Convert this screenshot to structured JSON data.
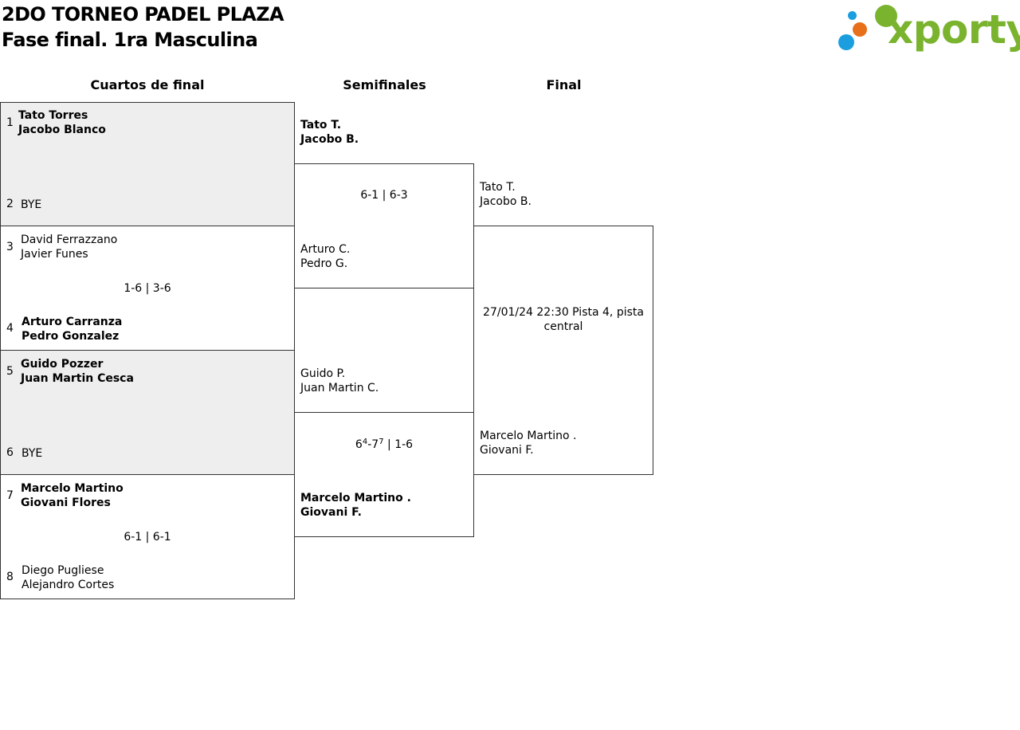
{
  "header": {
    "title": "2DO TORNEO PADEL PLAZA",
    "subtitle": "Fase final. 1ra Masculina"
  },
  "logo": {
    "text": "xporty",
    "colors": {
      "green": "#7ab32e",
      "orange": "#e8701a",
      "blue": "#1a9ee0"
    }
  },
  "rounds": {
    "quarterfinals": "Cuartos de final",
    "semifinals": "Semifinales",
    "final": "Final"
  },
  "quarterfinals": [
    {
      "seed_a": "1",
      "team_a": [
        "Tato Torres",
        "Jacobo Blanco"
      ],
      "seed_b": "2",
      "team_b": [
        "BYE"
      ],
      "score": ""
    },
    {
      "seed_a": "3",
      "team_a": [
        "David Ferrazzano",
        "Javier Funes"
      ],
      "seed_b": "4",
      "team_b": [
        "Arturo Carranza",
        "Pedro Gonzalez"
      ],
      "score": "1-6 | 3-6"
    },
    {
      "seed_a": "5",
      "team_a": [
        "Guido Pozzer",
        "Juan Martin Cesca"
      ],
      "seed_b": "6",
      "team_b": [
        "BYE"
      ],
      "score": ""
    },
    {
      "seed_a": "7",
      "team_a": [
        "Marcelo Martino",
        "Giovani Flores"
      ],
      "seed_b": "8",
      "team_b": [
        "Diego Pugliese",
        "Alejandro Cortes"
      ],
      "score": "6-1 | 6-1"
    }
  ],
  "semifinals": [
    {
      "team_a": [
        "Tato T.",
        "Jacobo B."
      ],
      "team_b": [
        "Arturo C.",
        "Pedro G."
      ],
      "score": "6-1 | 6-3"
    },
    {
      "team_a": [
        "Guido P.",
        "Juan Martin C."
      ],
      "team_b": [
        "Marcelo Martino .",
        "Giovani F."
      ],
      "score": {
        "g1": "6",
        "g1_tb": "4",
        "g2": "7",
        "g2_tb": "7",
        "rest": " | 1-6"
      }
    }
  ],
  "final": {
    "team_a": [
      "Tato T.",
      "Jacobo B."
    ],
    "team_b": [
      "Marcelo Martino .",
      "Giovani F."
    ],
    "info": "27/01/24 22:30 Pista 4, pista central"
  }
}
